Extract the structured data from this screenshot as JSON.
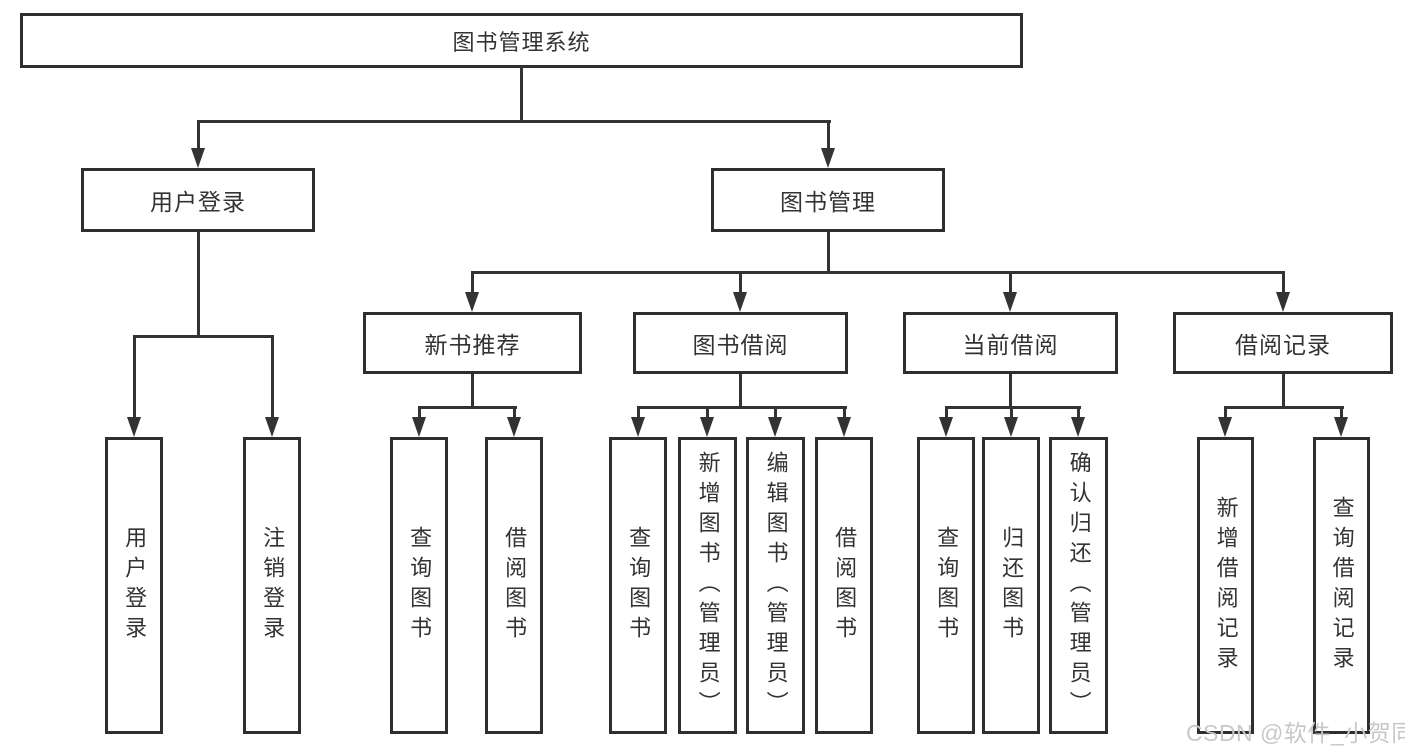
{
  "diagram": {
    "root": {
      "label": "图书管理系统"
    },
    "level2": {
      "user_login": {
        "label": "用户登录"
      },
      "book_management": {
        "label": "图书管理"
      }
    },
    "level3": {
      "new_book_recommend": {
        "label": "新书推荐"
      },
      "book_borrowing": {
        "label": "图书借阅"
      },
      "current_borrowing": {
        "label": "当前借阅"
      },
      "borrowing_records": {
        "label": "借阅记录"
      }
    },
    "leaves": {
      "user_login_leaf": {
        "label": "用户登录"
      },
      "logout": {
        "label": "注销登录"
      },
      "query_books_recommend": {
        "label": "查询图书"
      },
      "borrow_books_recommend": {
        "label": "借阅图书"
      },
      "query_books_borrowing": {
        "label": "查询图书"
      },
      "add_books_admin": {
        "label": "新增图书（管理员）"
      },
      "edit_books_admin": {
        "label": "编辑图书（管理员）"
      },
      "borrow_books_borrowing": {
        "label": "借阅图书"
      },
      "query_books_current": {
        "label": "查询图书"
      },
      "return_books": {
        "label": "归还图书"
      },
      "confirm_return_admin": {
        "label": "确认归还（管理员）"
      },
      "add_borrow_record": {
        "label": "新增借阅记录"
      },
      "query_borrow_record": {
        "label": "查询借阅记录"
      }
    }
  },
  "watermark": {
    "text": "CSDN @软件_小贺同学"
  },
  "colors": {
    "background": "#ffffff",
    "line": "#333333",
    "box_border": "#2e2e2e",
    "box_fill": "#ffffff",
    "text": "#333333",
    "watermark": "#c8c8c8"
  }
}
